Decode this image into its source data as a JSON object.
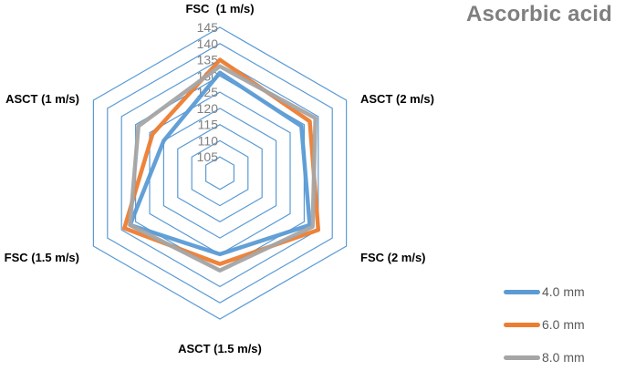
{
  "chart_data": {
    "type": "radar",
    "title": "Ascorbic acid",
    "axes": [
      "FSC  (1 m/s)",
      "ASCT (2 m/s)",
      "FSC (2 m/s)",
      "ASCT (1.5 m/s)",
      "FSC (1.5 m/s)",
      "ASCT (1 m/s)"
    ],
    "rlim": [
      100,
      145
    ],
    "ticks": [
      105,
      110,
      115,
      120,
      125,
      130,
      135,
      140,
      145
    ],
    "grid": true,
    "legend_position": "bottom-right",
    "series": [
      {
        "name": "4.0 mm",
        "color": "#5b9bd5",
        "values": [
          131,
          129,
          132,
          125,
          132,
          120
        ]
      },
      {
        "name": "6.0 mm",
        "color": "#ed7d31",
        "values": [
          135,
          132,
          135,
          128,
          134,
          124
        ]
      },
      {
        "name": "8.0 mm",
        "color": "#a5a5a5",
        "values": [
          133,
          134,
          133,
          130,
          132,
          129
        ]
      }
    ]
  }
}
